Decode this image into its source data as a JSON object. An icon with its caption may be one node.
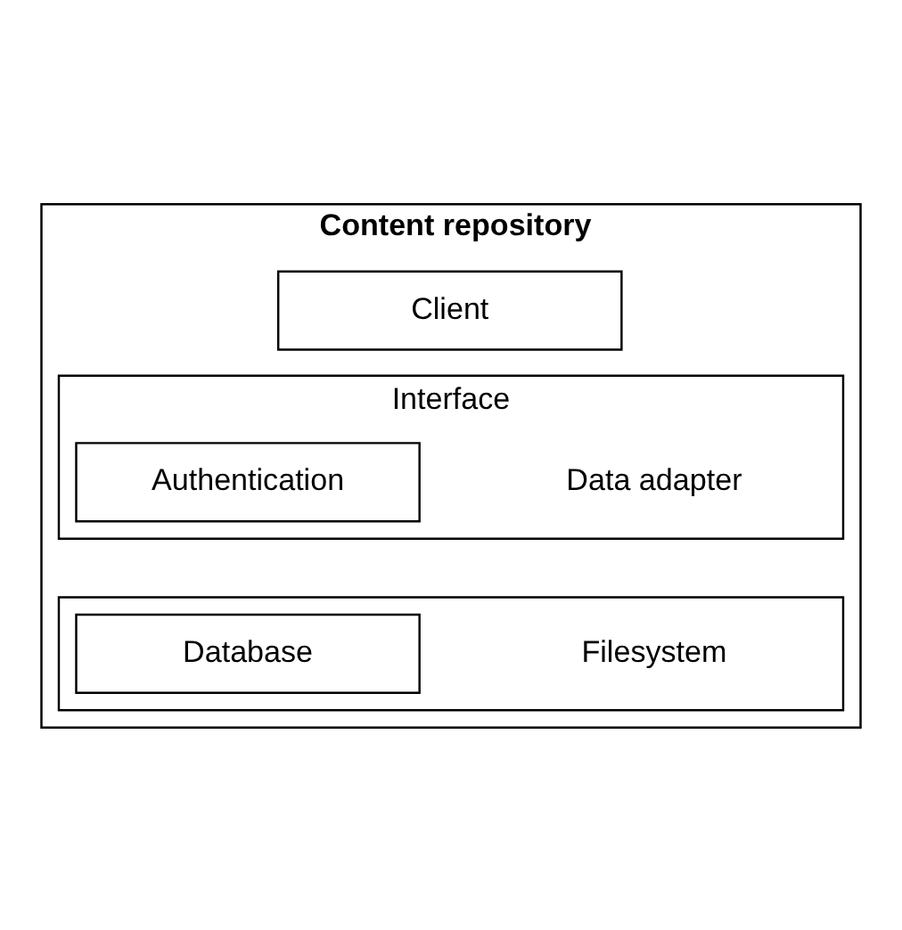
{
  "diagram": {
    "nodes": [
      {
        "text": [
          "Content repository"
        ]
      },
      {
        "text": [
          "Client"
        ],
        "in": 0
      },
      {
        "text": [
          "Interface"
        ],
        "in": 0
      },
      {
        "text": [
          "Authentication"
        ],
        "in": 2
      },
      {
        "text": [
          "Data adapter"
        ],
        "in": 2
      },
      {
        "text": [],
        "shape": "box",
        "in": 0
      },
      {
        "text": [
          "Database"
        ],
        "in": 5
      },
      {
        "text": [
          "Filesystem"
        ],
        "in": 5
      }
    ],
    "edges": []
  }
}
